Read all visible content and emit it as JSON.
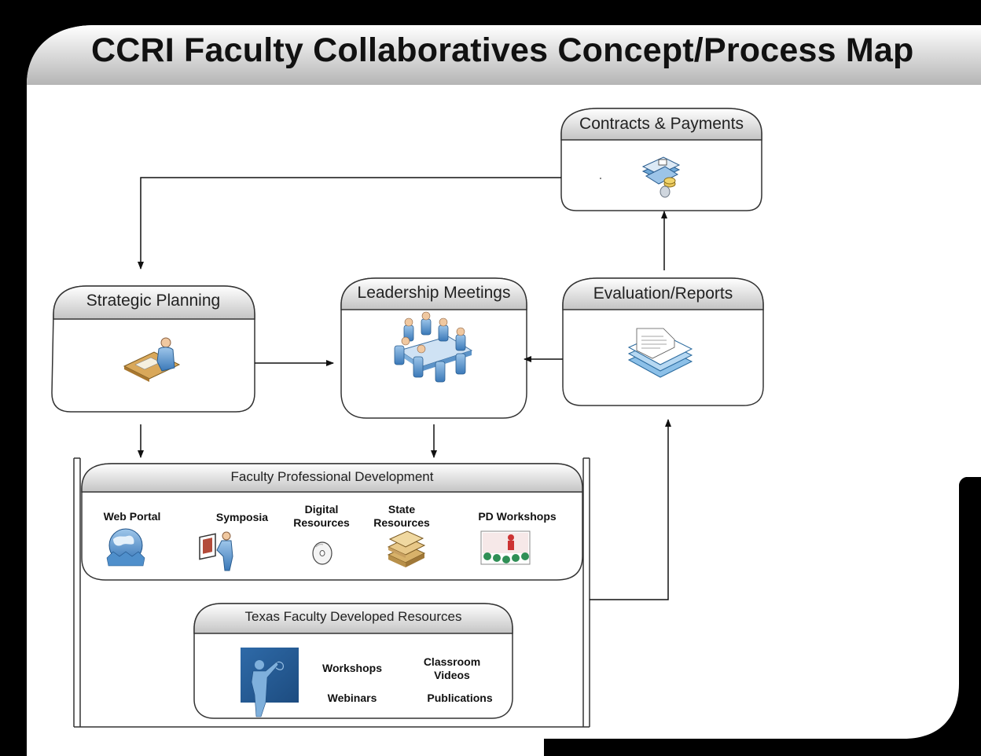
{
  "title": "CCRI Faculty Collaboratives Concept/Process Map",
  "nodes": {
    "contracts": {
      "label": "Contracts & Payments",
      "icon": "documents-coins-icon"
    },
    "strategic": {
      "label": "Strategic Planning",
      "icon": "person-at-desk-icon"
    },
    "leadership": {
      "label": "Leadership Meetings",
      "icon": "meeting-table-icon"
    },
    "evaluation": {
      "label": "Evaluation/Reports",
      "icon": "document-stack-icon"
    }
  },
  "faculty_pd": {
    "label": "Faculty Professional Development",
    "items": [
      {
        "label": "Web Portal",
        "icon": "globe-icon"
      },
      {
        "label": "Symposia",
        "icon": "presenter-icon"
      },
      {
        "label": "Digital Resources",
        "line1": "Digital",
        "line2": "Resources",
        "icon": "disc-icon"
      },
      {
        "label": "State Resources",
        "line1": "State",
        "line2": "Resources",
        "icon": "book-stack-icon"
      },
      {
        "label": "PD Workshops",
        "icon": "workshop-audience-icon"
      }
    ]
  },
  "texas": {
    "label": "Texas Faculty Developed Resources",
    "icon": "teacher-at-board-icon",
    "items": [
      {
        "label": "Workshops"
      },
      {
        "label": "Classroom Videos",
        "line1": "Classroom",
        "line2": "Videos"
      },
      {
        "label": "Webinars"
      },
      {
        "label": "Publications"
      }
    ]
  },
  "colors": {
    "background": "#000000",
    "canvas": "#ffffff",
    "header_gradient_top": "#ffffff",
    "header_gradient_bottom": "#bdbdbd",
    "box_stroke": "#333333",
    "icon_blue": "#3a78b8"
  }
}
